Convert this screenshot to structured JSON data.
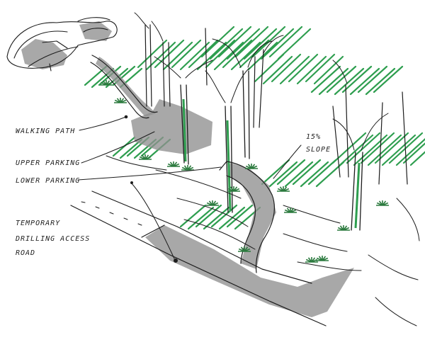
{
  "labels": {
    "walking_path": "WALKING PATH",
    "upper_parking": "UPPER PARKING",
    "lower_parking": "LOWER PARKING",
    "temporary_line1": "TEMPORARY",
    "temporary_line2": "DRILLING ACCESS",
    "temporary_line3": "ROAD",
    "slope_value": "15%",
    "slope_word": "SLOPE"
  },
  "colors": {
    "ink": "#1c1c1c",
    "green_hatch": "#2e9e4f",
    "grey_marker": "#8f8f8f",
    "paper": "#ffffff"
  }
}
